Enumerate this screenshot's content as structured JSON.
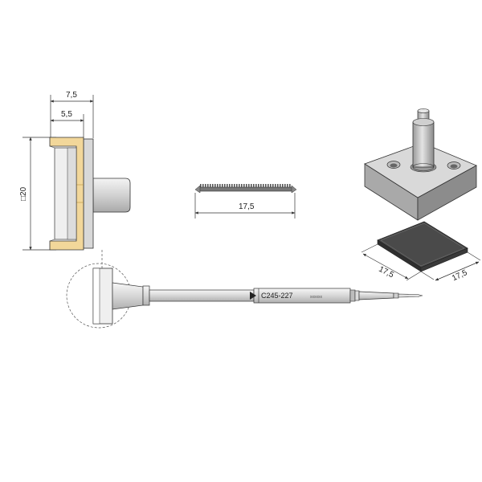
{
  "dimensions": {
    "top_outer_width": "7,5",
    "top_inner_width": "5,5",
    "height_square": "□20",
    "middle_length": "17,5",
    "iso_width_left": "17,5",
    "iso_width_right": "17,5"
  },
  "cartridge": {
    "model_label": "C245-227",
    "code_label": "xxxxxx"
  },
  "colors": {
    "outline": "#333333",
    "gold": "#f2d79a",
    "gold_dark": "#d9b56a",
    "steel_light": "#e6e6e6",
    "steel_mid": "#c9c9c9",
    "steel_dark": "#8f8f8f",
    "pad_dark": "#4a4a4a"
  }
}
